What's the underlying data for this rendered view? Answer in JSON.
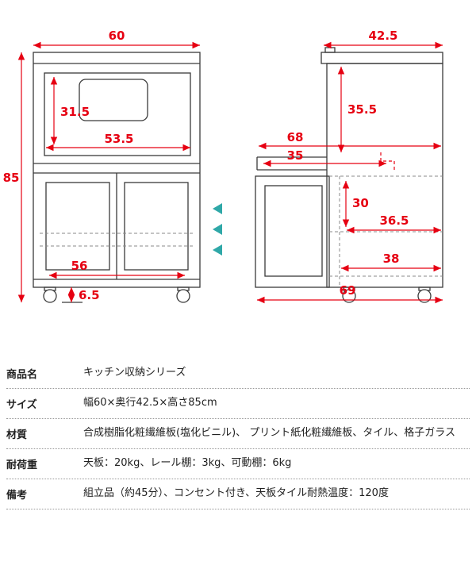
{
  "diagram": {
    "front_view": {
      "width": "60",
      "height": "85",
      "opening_height": "31.5",
      "opening_width": "53.5",
      "lower_width": "56",
      "caster_height": "6.5"
    },
    "side_view": {
      "depth": "42.5",
      "upper_height": "35.5",
      "extended_depth": "68",
      "slide_depth": "35",
      "lower_height": "30",
      "lower_inner_depth": "36.5",
      "shelf_depth": "38",
      "total_depth": "69"
    },
    "colors": {
      "dimension": "#e60012",
      "shelf_marker": "#2fa8a8",
      "outline": "#3a3a3a"
    }
  },
  "spec_table": {
    "rows": [
      {
        "label": "商品名",
        "value": "キッチン収納シリーズ"
      },
      {
        "label": "サイズ",
        "value": "幅60×奥行42.5×高さ85cm"
      },
      {
        "label": "材質",
        "value": "合成樹脂化粧繊維板(塩化ビニル)、 プリント紙化粧繊維板、タイル、格子ガラス"
      },
      {
        "label": "耐荷重",
        "value": "天板：20kg、レール棚：3kg、可動棚：6kg"
      },
      {
        "label": "備考",
        "value": "組立品（約45分）、コンセント付き、天板タイル耐熱温度：120度"
      }
    ]
  }
}
